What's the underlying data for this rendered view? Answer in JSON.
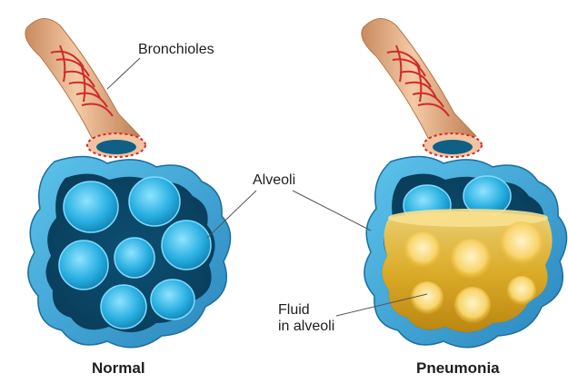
{
  "labels": {
    "bronchioles": "Bronchioles",
    "alveoli": "Alveoli",
    "fluid": "Fluid\nin alveoli",
    "normal": "Normal",
    "pneumonia": "Pneumonia"
  },
  "colors": {
    "tube": "#e9b48e",
    "vessel": "#cf2a2a",
    "sac_outer": "#3fa6d6",
    "sac_inner": "#0f5f86",
    "alveolus": "#2fb3e3",
    "fluid": "#e8b51f",
    "leader": "#555555"
  },
  "icons": {
    "normal_lung": "alveolar-sac-normal-icon",
    "pneumonia_lung": "alveolar-sac-pneumonia-icon"
  }
}
